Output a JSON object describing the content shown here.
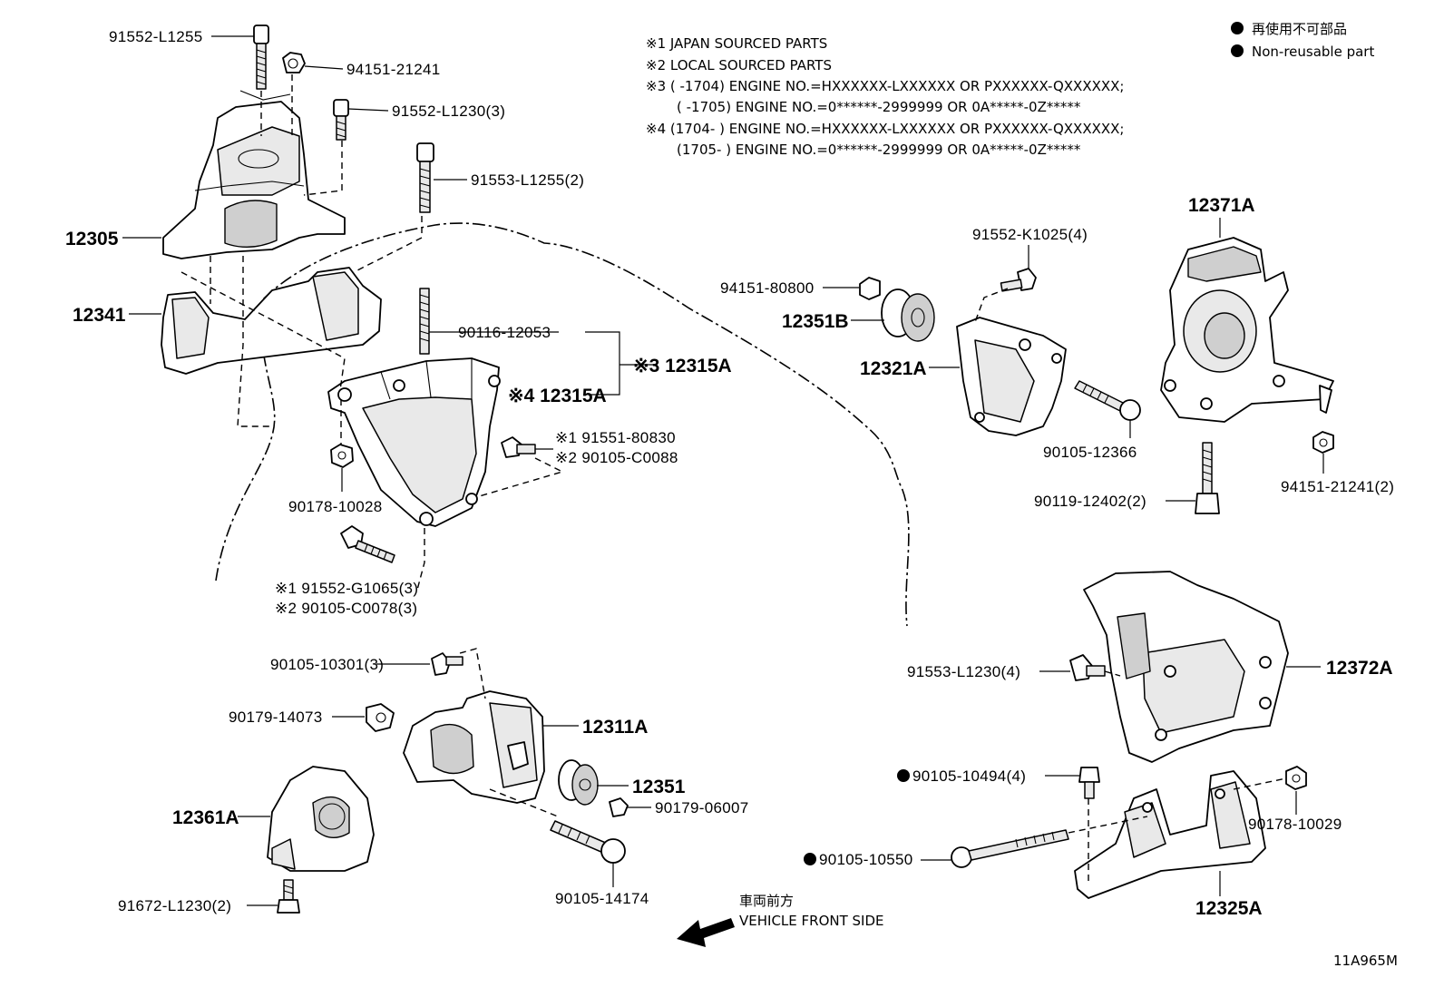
{
  "notes": [
    "※1 JAPAN SOURCED PARTS",
    "※2 LOCAL SOURCED PARTS",
    "※3 (      -1704) ENGINE NO.=HXXXXXX-LXXXXXX OR PXXXXXX-QXXXXXX;",
    "(      -1705) ENGINE NO.=0******-2999999 OR 0A*****-0Z*****",
    "※4 (1704-      ) ENGINE NO.=HXXXXXX-LXXXXXX OR PXXXXXX-QXXXXXX;",
    "(1705-      ) ENGINE NO.=0******-2999999 OR 0A*****-0Z*****"
  ],
  "legend": {
    "ja": "再使用不可部品",
    "en": "Non-reusable part"
  },
  "vehicle_front": {
    "ja": "車両前方",
    "en": "VEHICLE FRONT SIDE"
  },
  "diagram_id": "11A965M",
  "assemblies": {
    "a12305": "12305",
    "a12341": "12341",
    "a12315A_3": "※3 12315A",
    "a12315A_4": "※4 12315A",
    "a12311A": "12311A",
    "a12361A": "12361A",
    "a12351": "12351",
    "a12351B": "12351B",
    "a12321A": "12321A",
    "a12371A": "12371A",
    "a12372A": "12372A",
    "a12325A": "12325A"
  },
  "parts": {
    "p91552_L1255": "91552-L1255",
    "p94151_21241_top": "94151-21241",
    "p91552_L1230_3": "91552-L1230(3)",
    "p91553_L1255_2": "91553-L1255(2)",
    "p90116_12053": "90116-12053",
    "p91551_80830": "※1 91551-80830",
    "p90105_C0088": "※2 90105-C0088",
    "p90178_10028": "90178-10028",
    "p91552_G1065": "※1 91552-G1065(3)",
    "p90105_C0078": "※2 90105-C0078(3)",
    "p90105_10301": "90105-10301(3)",
    "p90179_14073": "90179-14073",
    "p90179_06007": "90179-06007",
    "p90105_14174": "90105-14174",
    "p91672_L1230": "91672-L1230(2)",
    "p91552_K1025": "91552-K1025(4)",
    "p94151_80800": "94151-80800",
    "p90105_12366": "90105-12366",
    "p90119_12402": "90119-12402(2)",
    "p94151_21241_right": "94151-21241(2)",
    "p91553_L1230": "91553-L1230(4)",
    "p90105_10494": "90105-10494(4)",
    "p90105_10550": "90105-10550",
    "p90178_10029": "90178-10029"
  }
}
